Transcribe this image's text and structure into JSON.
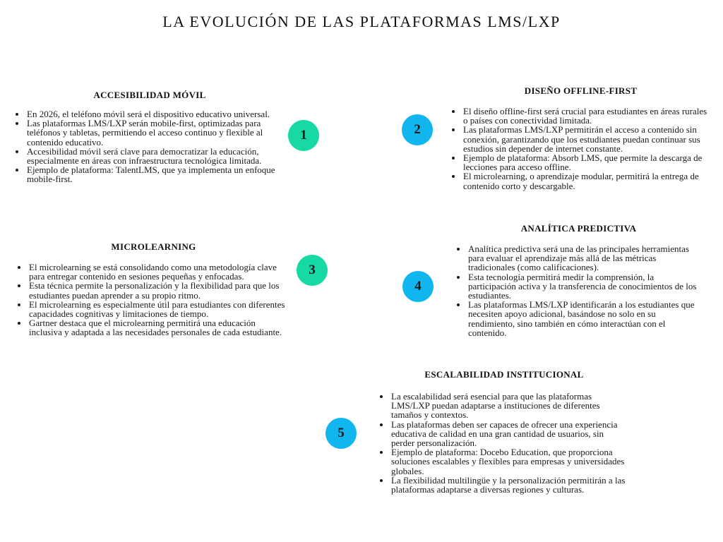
{
  "title": "LA EVOLUCIÓN DE LAS PLATAFORMAS LMS/LXP",
  "colors": {
    "green": "#17d9a3",
    "blue": "#12b6ef"
  },
  "sections": [
    {
      "number": "1",
      "heading": "ACCESIBILIDAD MÓVIL",
      "bullets": [
        "En 2026, el teléfono móvil será el dispositivo educativo universal.",
        "Las plataformas LMS/LXP serán mobile-first, optimizadas para teléfonos y tabletas, permitiendo el acceso continuo y flexible al contenido educativo.",
        "Accesibilidad móvil será clave para democratizar la educación, especialmente en áreas con infraestructura tecnológica limitada.",
        "Ejemplo de plataforma: TalentLMS, que ya implementa un enfoque mobile-first."
      ]
    },
    {
      "number": "2",
      "heading": "DISEÑO OFFLINE-FIRST",
      "bullets": [
        "El diseño offline-first será crucial para estudiantes en áreas rurales o países con conectividad limitada.",
        "Las plataformas LMS/LXP permitirán el acceso a contenido sin conexión, garantizando que los estudiantes puedan continuar sus estudios sin depender de internet constante.",
        "Ejemplo de plataforma: Absorb LMS, que permite la descarga de lecciones para acceso offline.",
        "El microlearning, o aprendizaje modular, permitirá la entrega de contenido corto y descargable."
      ]
    },
    {
      "number": "3",
      "heading": "MICROLEARNING",
      "bullets": [
        "El microlearning se está consolidando como una metodología clave para entregar contenido en sesiones pequeñas y enfocadas.",
        "Esta técnica permite la personalización y la flexibilidad para que los estudiantes puedan aprender a su propio ritmo.",
        "El microlearning es especialmente útil para estudiantes con diferentes capacidades cognitivas y limitaciones de tiempo.",
        "Gartner destaca que el microlearning permitirá una educación inclusiva y adaptada a las necesidades personales de cada estudiante."
      ]
    },
    {
      "number": "4",
      "heading": "ANALÍTICA PREDICTIVA",
      "bullets": [
        "Analítica predictiva será una de las principales herramientas para evaluar el aprendizaje más allá de las métricas tradicionales (como calificaciones).",
        "Esta tecnología permitirá medir la comprensión, la participación activa y la transferencia de conocimientos de los estudiantes.",
        "Las plataformas LMS/LXP identificarán a los estudiantes que necesiten apoyo adicional, basándose no solo en su rendimiento, sino también en cómo interactúan con el contenido."
      ]
    },
    {
      "number": "5",
      "heading": "ESCALABILIDAD INSTITUCIONAL",
      "bullets": [
        "La escalabilidad será esencial para que las plataformas LMS/LXP puedan adaptarse a instituciones de diferentes tamaños y contextos.",
        "Las plataformas deben ser capaces de ofrecer una experiencia educativa de calidad en una gran cantidad de usuarios, sin perder personalización.",
        "Ejemplo de plataforma: Docebo Education, que proporciona soluciones escalables y flexibles para empresas y universidades globales.",
        "La flexibilidad multilingüe y la personalización permitirán a las plataformas adaptarse a diversas regiones y culturas."
      ]
    }
  ]
}
